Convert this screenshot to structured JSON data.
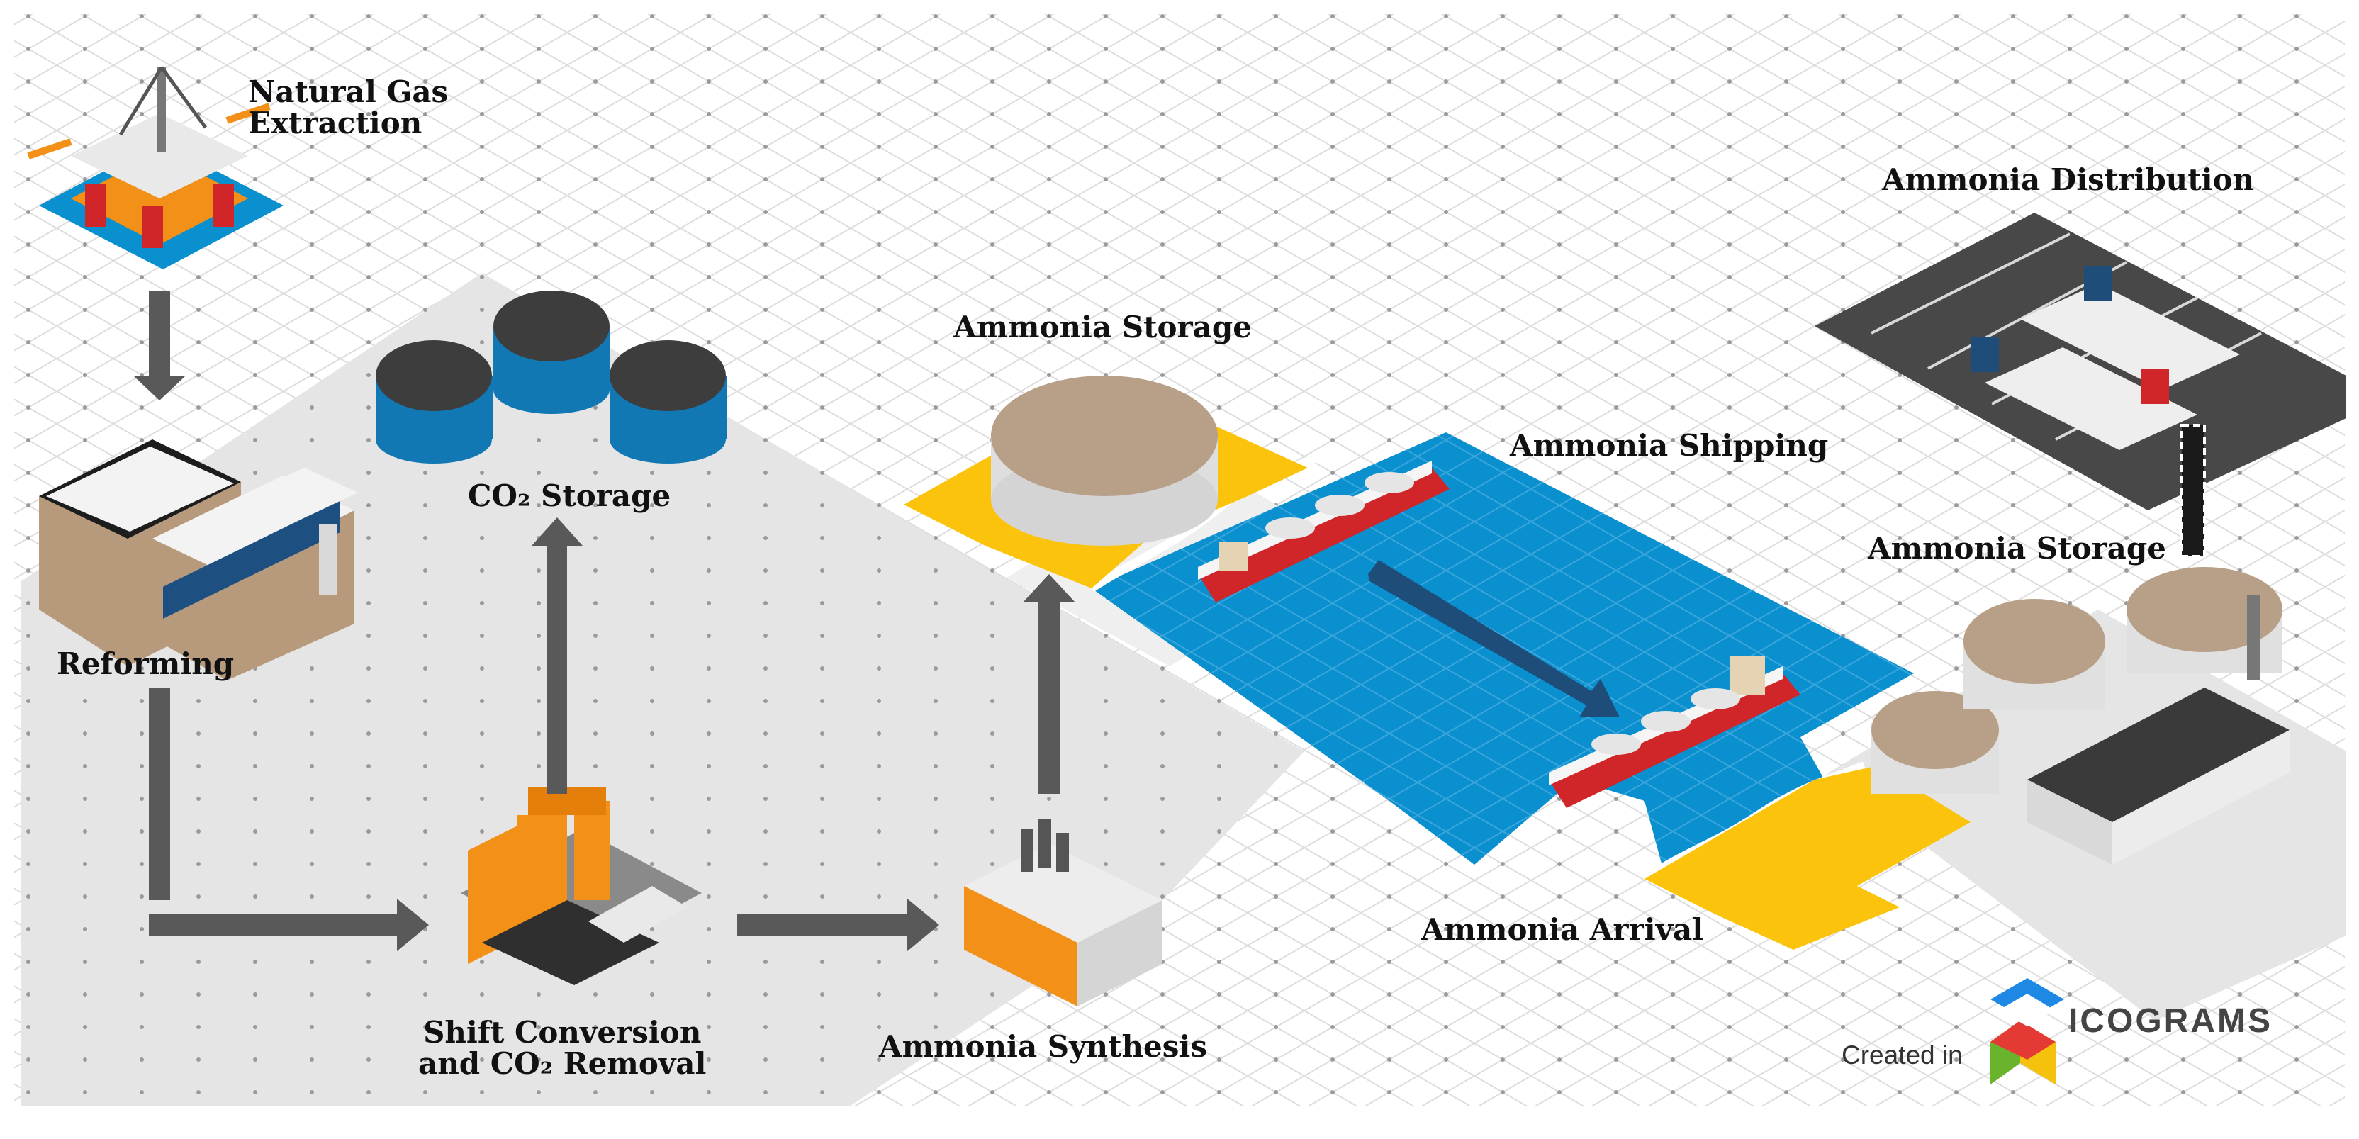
{
  "labels": {
    "natural_gas_1": "Natural Gas",
    "natural_gas_2": "Extraction",
    "reforming": "Reforming",
    "co2_storage": "CO₂ Storage",
    "shift_1": "Shift Conversion",
    "shift_2": "and CO₂ Removal",
    "ammonia_synthesis": "Ammonia Synthesis",
    "ammonia_storage_export": "Ammonia Storage",
    "ammonia_shipping": "Ammonia Shipping",
    "ammonia_arrival": "Ammonia Arrival",
    "ammonia_storage_import": "Ammonia Storage",
    "ammonia_distribution": "Ammonia Distribution"
  },
  "branding": {
    "created_in": "Created in",
    "name": "ICOGRAMS"
  },
  "colors": {
    "arrow": "#595959",
    "water": "#0a8fcf",
    "sand": "#fcc30c",
    "ground": "#e6e6e6",
    "tank_top": "#b89f88",
    "tank_blue": "#1278b4",
    "orange": "#f39018",
    "hull_red": "#d0262a"
  }
}
